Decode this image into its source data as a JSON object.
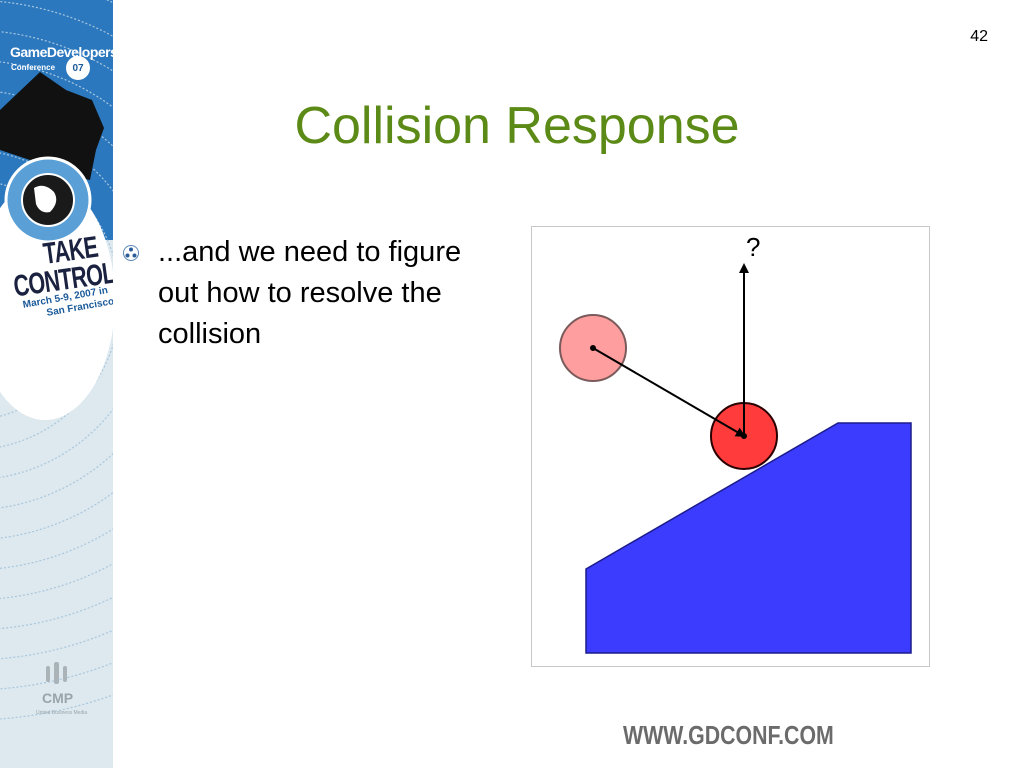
{
  "slide": {
    "number": "42",
    "title": "Collision Response",
    "bullets": [
      {
        "text": "...and we need to figure out how to resolve the collision"
      }
    ]
  },
  "sidebar": {
    "logo_game": "GameDevelopers",
    "logo_conference": "Conference",
    "logo_year": "07",
    "tagline_line1": "TAKE",
    "tagline_line2": "CONTROL",
    "event_date": "March 5-9, 2007 in",
    "event_city": "San Francisco",
    "sponsor": "CMP",
    "sponsor_sub": "United Business Media",
    "colors": {
      "background": "#dde8ef",
      "accent": "#1b5a99"
    }
  },
  "diagram": {
    "unknown_label": "?",
    "colors": {
      "ghost_ball": "#ff9e9e",
      "ball": "#ff3b3b",
      "ground": "#3c3cff",
      "vector": "#000000"
    }
  },
  "footer": {
    "url": "WWW.GDCONF.COM"
  },
  "colors": {
    "title": "#5c8a16",
    "footer": "#6b6b6b"
  }
}
